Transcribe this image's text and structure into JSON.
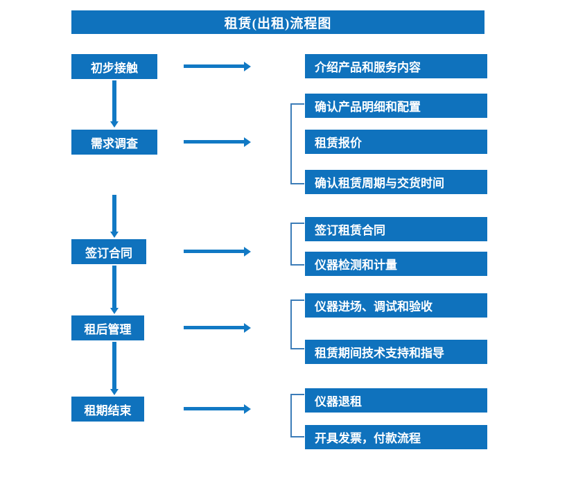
{
  "diagram": {
    "title": "租赁(出租)流程图",
    "accent_color": "#0f72bd",
    "arrow_color": "#1179c4",
    "bracket_color": "#3b7cb8",
    "text_color": "#ffffff",
    "background_color": "#ffffff"
  },
  "stages": [
    {
      "label": "初步接触"
    },
    {
      "label": "需求调查"
    },
    {
      "label": "签订合同"
    },
    {
      "label": "租后管理"
    },
    {
      "label": "租期结束"
    }
  ],
  "details": [
    {
      "label": "介绍产品和服务内容"
    },
    {
      "label": "确认产品明细和配置"
    },
    {
      "label": "租赁报价"
    },
    {
      "label": "确认租赁周期与交货时间"
    },
    {
      "label": "签订租赁合同"
    },
    {
      "label": "仪器检测和计量"
    },
    {
      "label": "仪器进场、调试和验收"
    },
    {
      "label": "租赁期间技术支持和指导"
    },
    {
      "label": "仪器退租"
    },
    {
      "label": "开具发票，付款流程"
    }
  ]
}
